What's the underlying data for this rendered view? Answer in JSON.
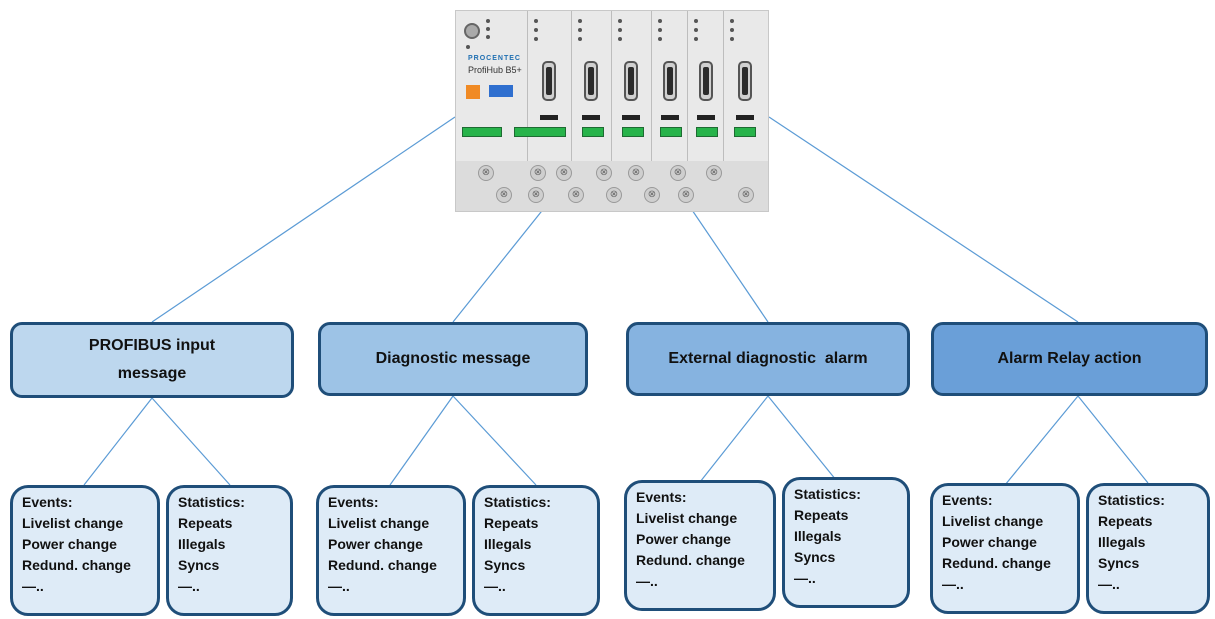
{
  "colors": {
    "connector": "#5b9bd5",
    "box_border": "#1f4e79",
    "l1_fills": [
      "#bdd7ee",
      "#9dc3e6",
      "#86b3e0",
      "#6a9fd8"
    ],
    "l2_fill": "#deebf7"
  },
  "device": {
    "brand": "PROCENTEC",
    "model": "ProfiHub B5+",
    "icon": "profihub-device-image"
  },
  "branches": [
    {
      "title": "PROFIBUS input message",
      "events": {
        "header": "Events:",
        "items": [
          "Livelist change",
          "Power change",
          "Redund. change",
          "—.."
        ]
      },
      "statistics": {
        "header": "Statistics:",
        "items": [
          "Repeats",
          "Illegals",
          "Syncs",
          "—.."
        ]
      }
    },
    {
      "title": "Diagnostic message",
      "events": {
        "header": "Events:",
        "items": [
          "Livelist change",
          "Power change",
          "Redund. change",
          "—.."
        ]
      },
      "statistics": {
        "header": "Statistics:",
        "items": [
          "Repeats",
          "Illegals",
          "Syncs",
          "—.."
        ]
      }
    },
    {
      "title": "External diagnostic  alarm",
      "events": {
        "header": "Events:",
        "items": [
          "Livelist change",
          "Power change",
          "Redund. change",
          "—.."
        ]
      },
      "statistics": {
        "header": "Statistics:",
        "items": [
          "Repeats",
          "Illegals",
          "Syncs",
          "—.."
        ]
      }
    },
    {
      "title": "Alarm Relay action",
      "events": {
        "header": "Events:",
        "items": [
          "Livelist change",
          "Power change",
          "Redund. change",
          "—.."
        ]
      },
      "statistics": {
        "header": "Statistics:",
        "items": [
          "Repeats",
          "Illegals",
          "Syncs",
          "—.."
        ]
      }
    }
  ]
}
